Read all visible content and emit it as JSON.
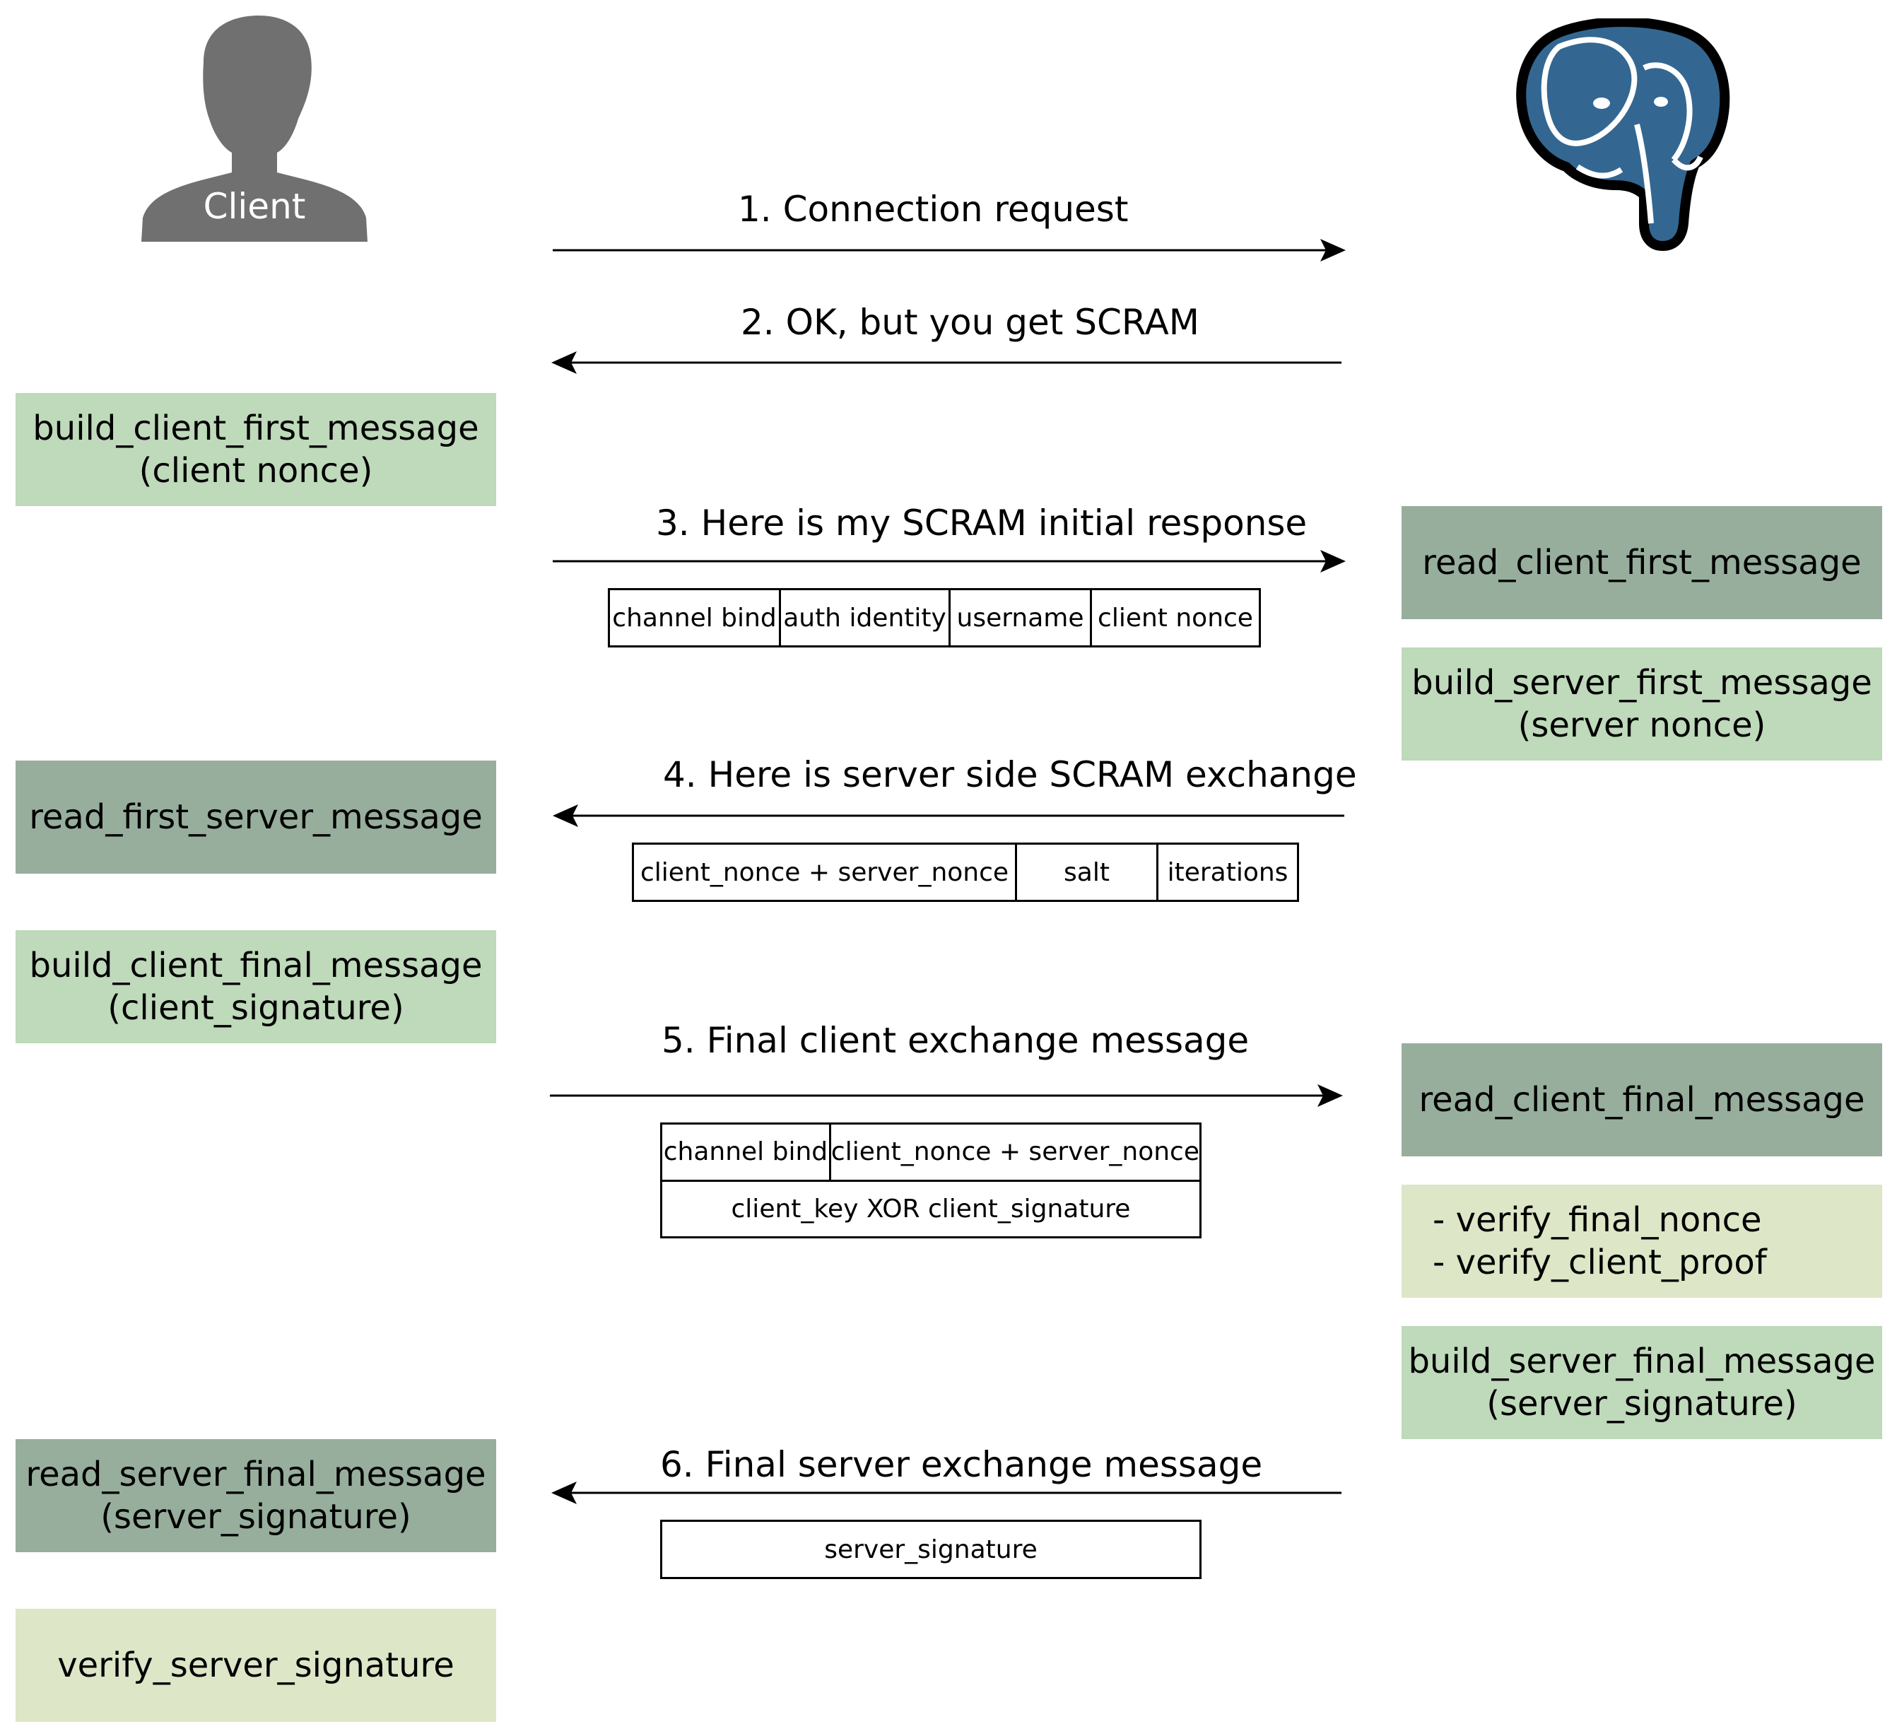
{
  "actors": {
    "client_label": "Client",
    "server_logo": "postgresql-elephant-icon",
    "client_icon": "user-silhouette-icon"
  },
  "colors": {
    "light_green": "#bfd9bb",
    "dark_green": "#97ae9d",
    "pale_green": "#dde6c7",
    "client_icon": "#707070",
    "elephant_blue": "#336791"
  },
  "left_steps": {
    "build_client_first": "build_client_first_message\n(client nonce)",
    "read_first_server": "read_first_server_message",
    "build_client_final": "build_client_final_message\n(client_signature)",
    "read_server_final": "read_server_final_message\n(server_signature)",
    "verify_server_signature": "verify_server_signature"
  },
  "right_steps": {
    "read_client_first": "read_client_first_message",
    "build_server_first": "build_server_first_message\n(server nonce)",
    "read_client_final": "read_client_final_message",
    "verify_steps": "- verify_final_nonce\n- verify_client_proof",
    "build_server_final": "build_server_final_message\n(server_signature)"
  },
  "messages": [
    {
      "label": "1. Connection request",
      "direction": "right"
    },
    {
      "label": "2. OK, but you get SCRAM",
      "direction": "left"
    },
    {
      "label": "3. Here is my SCRAM initial response",
      "direction": "right"
    },
    {
      "label": "4. Here is server side SCRAM exchange",
      "direction": "left"
    },
    {
      "label": "5. Final client exchange message",
      "direction": "right"
    },
    {
      "label": "6. Final server exchange message",
      "direction": "left"
    }
  ],
  "packets": {
    "initial_response": [
      "channel bind",
      "auth identity",
      "username",
      "client nonce"
    ],
    "server_exchange": [
      "client_nonce + server_nonce",
      "salt",
      "iterations"
    ],
    "client_final_top": [
      "channel bind",
      "client_nonce + server_nonce"
    ],
    "client_final_bottom": "client_key XOR client_signature",
    "server_final": "server_signature"
  }
}
